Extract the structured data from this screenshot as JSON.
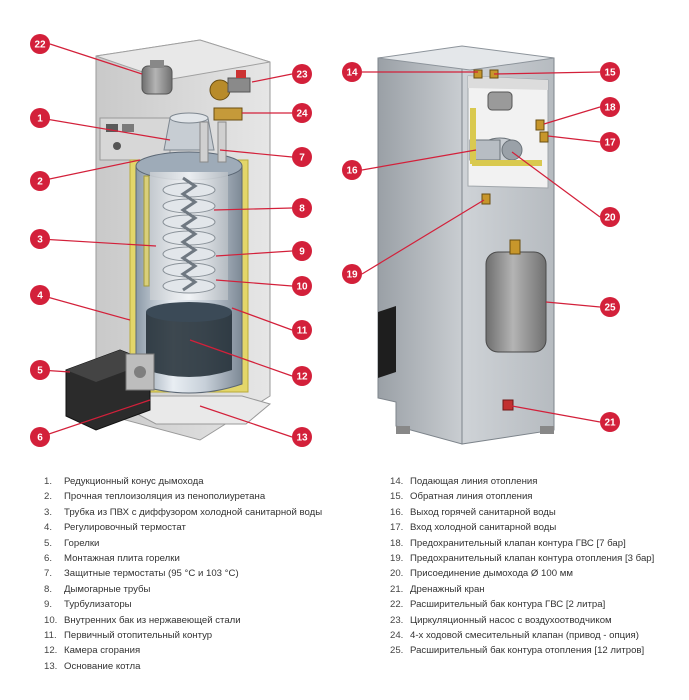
{
  "accent_color": "#d3203a",
  "callouts": [
    "1",
    "2",
    "3",
    "4",
    "5",
    "6",
    "7",
    "8",
    "9",
    "10",
    "11",
    "12",
    "13",
    "14",
    "15",
    "16",
    "17",
    "18",
    "19",
    "20",
    "21",
    "22",
    "23",
    "24",
    "25"
  ],
  "legend": {
    "left": [
      {
        "num": "1.",
        "text": "Редукционный конус дымохода"
      },
      {
        "num": "2.",
        "text": "Прочная теплоизоляция из пенополиуретана"
      },
      {
        "num": "3.",
        "text": "Трубка из ПВХ с диффузором холодной санитарной воды"
      },
      {
        "num": "4.",
        "text": "Регулировочный термостат"
      },
      {
        "num": "5.",
        "text": "Горелки"
      },
      {
        "num": "6.",
        "text": "Монтажная плита горелки"
      },
      {
        "num": "7.",
        "text": "Защитные термостаты (95 °С и 103 °С)"
      },
      {
        "num": "8.",
        "text": "Дымогарные трубы"
      },
      {
        "num": "9.",
        "text": "Турбулизаторы"
      },
      {
        "num": "10.",
        "text": "Внутренних бак из нержавеющей стали"
      },
      {
        "num": "11.",
        "text": "Первичный отопительный контур"
      },
      {
        "num": "12.",
        "text": "Камера сгорания"
      },
      {
        "num": "13.",
        "text": "Основание котла"
      }
    ],
    "right": [
      {
        "num": "14.",
        "text": "Подающая линия отопления"
      },
      {
        "num": "15.",
        "text": "Обратная линия отопления"
      },
      {
        "num": "16.",
        "text": "Выход горячей санитарной воды"
      },
      {
        "num": "17.",
        "text": "Вход холодной санитарной воды"
      },
      {
        "num": "18.",
        "text": "Предохранительный клапан контура ГВС [7 бар]"
      },
      {
        "num": "19.",
        "text": "Предохранительный клапан контура отопления [3 бар]"
      },
      {
        "num": "20.",
        "text": "Присоединение дымохода Ø 100 мм"
      },
      {
        "num": "21.",
        "text": "Дренажный кран"
      },
      {
        "num": "22.",
        "text": "Расширительный бак контура ГВС [2 литра]"
      },
      {
        "num": "23.",
        "text": "Циркуляционный насос с воздухоотводчиком"
      },
      {
        "num": "24.",
        "text": "4-х ходовой смесительный клапан (привод - опция)"
      },
      {
        "num": "25.",
        "text": "Расширительный бак контура отопления [12 литров]"
      }
    ]
  }
}
